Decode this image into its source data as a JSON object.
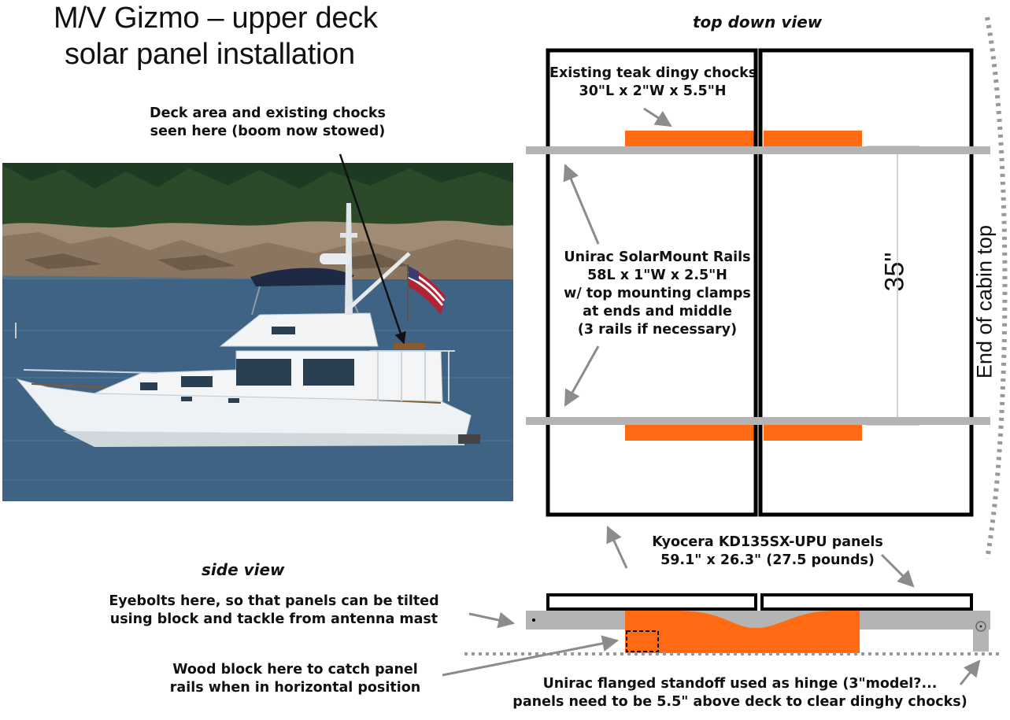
{
  "title": {
    "line1": "M/V Gizmo – upper deck",
    "line2": "solar panel installation"
  },
  "photo_caption": {
    "line1": "Deck area and existing chocks",
    "line2": "seen here (boom now stowed)"
  },
  "top_view": {
    "label": "top down view",
    "chocks": {
      "line1": "Existing teak dingy chocks",
      "line2": "30\"L x 2\"W x 5.5\"H"
    },
    "rails": {
      "line1": "Unirac SolarMount Rails",
      "line2": "58L x 1\"W x 2.5\"H",
      "line3": "w/ top mounting clamps",
      "line4": "at ends and middle",
      "line5": "(3 rails if necessary)"
    },
    "dimension": "35\"",
    "cabin_edge": "End of cabin top"
  },
  "panels": {
    "line1": "Kyocera KD135SX-UPU panels",
    "line2": "59.1\" x 26.3\" (27.5 pounds)"
  },
  "side_view": {
    "label": "side view",
    "eyebolts": {
      "line1": "Eyebolts here, so that panels can be tilted",
      "line2": "using block and tackle from antenna mast"
    },
    "wood_block": {
      "line1": "Wood block here to catch panel",
      "line2": "rails when in horizontal position"
    },
    "standoff": {
      "line1": "Unirac flanged standoff used as hinge (3\"model?...",
      "line2": "panels need to be 5.5\" above deck to clear dinghy chocks)"
    }
  },
  "colors": {
    "chock": "#ff6a13",
    "rail": "#b4b4b4",
    "panel_outline": "#000000",
    "arrow": "#8c8c8c",
    "water": "#3f6384",
    "foliage": "#2c4a2a"
  },
  "icons": {
    "photo": "boat-photo",
    "arrow": "arrow-icon",
    "flag": "flag-icon"
  }
}
